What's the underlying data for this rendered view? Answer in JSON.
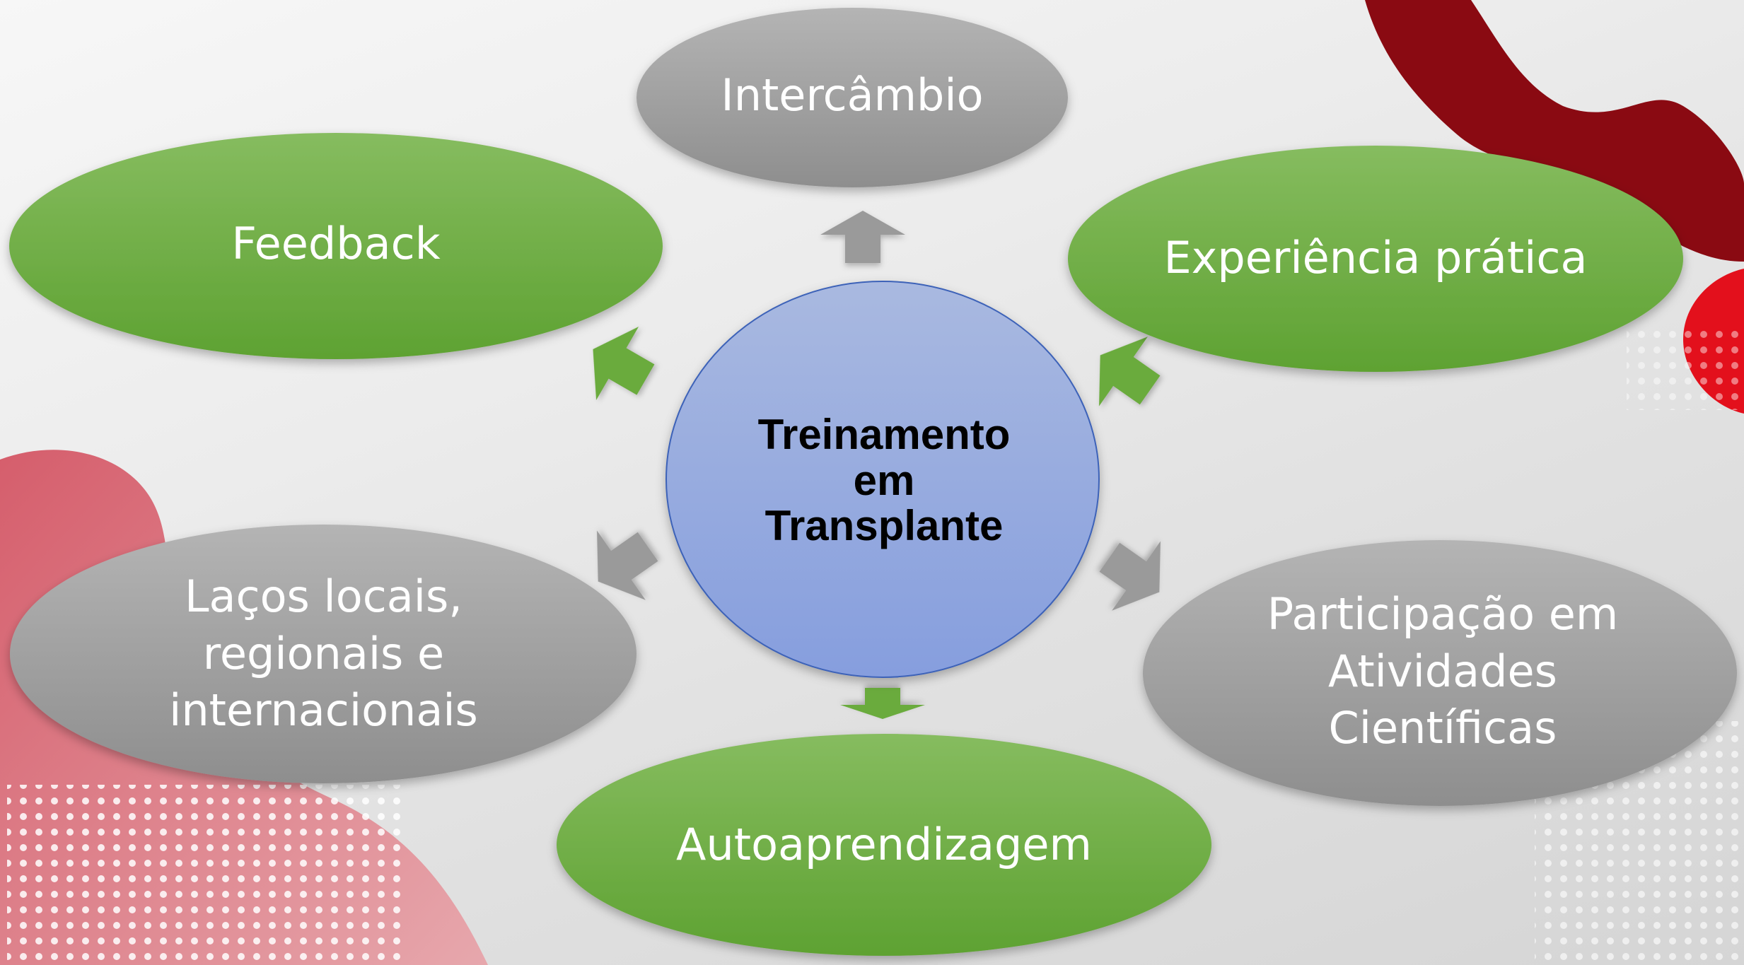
{
  "diagram": {
    "center": {
      "label": "Treinamento\nem\nTransplante"
    },
    "nodes": [
      {
        "id": "intercambio",
        "label": "Intercâmbio",
        "color": "gray"
      },
      {
        "id": "experiencia-pratica",
        "label": "Experiência prática",
        "color": "green"
      },
      {
        "id": "participacao-atividades",
        "label": "Participação em\nAtividades\nCientíficas",
        "color": "gray"
      },
      {
        "id": "autoaprendizagem",
        "label": "Autoaprendizagem",
        "color": "green"
      },
      {
        "id": "lacos",
        "label": "Laços locais,\nregionais e\ninternacionais",
        "color": "gray"
      },
      {
        "id": "feedback",
        "label": "Feedback",
        "color": "green"
      }
    ]
  },
  "colors": {
    "green": "#6aab3c",
    "gray": "#9d9d9d",
    "center_fill": "#93a8dc",
    "center_border": "#3c62b8",
    "accent_red": "#c0142a",
    "dark_red": "#8a0a12"
  }
}
